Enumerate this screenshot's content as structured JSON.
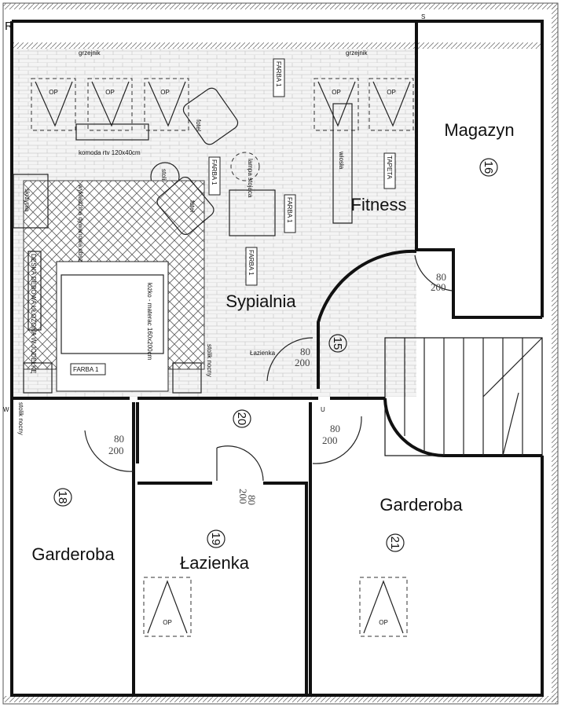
{
  "rooms": {
    "magazyn": {
      "name": "Magazyn",
      "number": "16"
    },
    "fitness": {
      "name": "Fitness"
    },
    "sypialnia": {
      "name": "Sypialnia"
    },
    "hall": {
      "number": "15"
    },
    "corridor": {
      "number": "20"
    },
    "garderoba_left": {
      "name": "Garderoba",
      "number": "18"
    },
    "lazienka": {
      "name": "Łazienka",
      "number": "19"
    },
    "garderoba_right": {
      "name": "Garderoba",
      "number": "21"
    }
  },
  "axes": {
    "r": "R",
    "s": "S",
    "w": "W",
    "u": "U"
  },
  "annotations": {
    "radiator": "grzejnik",
    "window": "OP",
    "tv_unit": "komoda rtv 120x40cm",
    "armchair": "fotel",
    "table": "stolik",
    "floor_lamp": "lampa stojąca",
    "paint": "FARBA 1",
    "chest": "skrzynia",
    "carpet": "wykładzina dywanowa obszyta",
    "oak_floor": "DESKA DĘBOWA UŁOŻONA W JODEŁKĘ",
    "bed": "łóżko - materac 160x200cm",
    "nightstand": "stolik nocny",
    "rowing": "wiosła",
    "wallpaper": "TAPETA",
    "bathroom_tag": "Łazienka"
  },
  "doors": {
    "width": "80",
    "height": "200"
  }
}
